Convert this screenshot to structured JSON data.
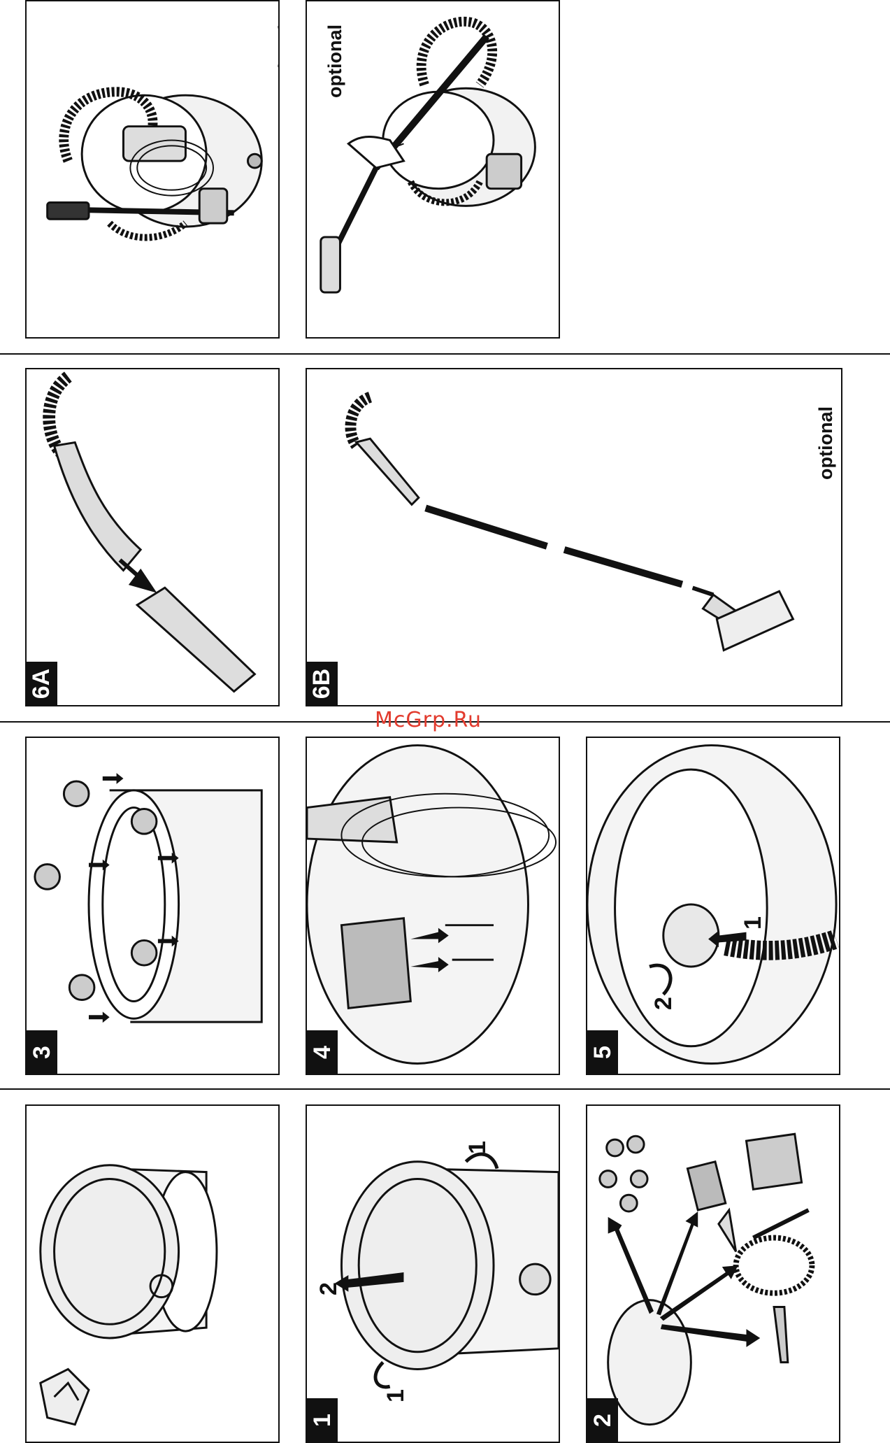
{
  "watermark": "McGrp.Ru",
  "panels": {
    "top_left": {
      "label": "optional"
    },
    "top_mid": {
      "label": "optional"
    },
    "p6a": {
      "tag": "6A"
    },
    "p6b": {
      "tag": "6B",
      "label": "optional"
    },
    "p3": {
      "tag": "3"
    },
    "p4": {
      "tag": "4"
    },
    "p5": {
      "tag": "5",
      "step1": "1",
      "step2": "2"
    },
    "p_recycle": {},
    "p1": {
      "tag": "1",
      "step1a": "1",
      "step1b": "1",
      "step2": "2"
    },
    "p2": {
      "tag": "2"
    }
  }
}
